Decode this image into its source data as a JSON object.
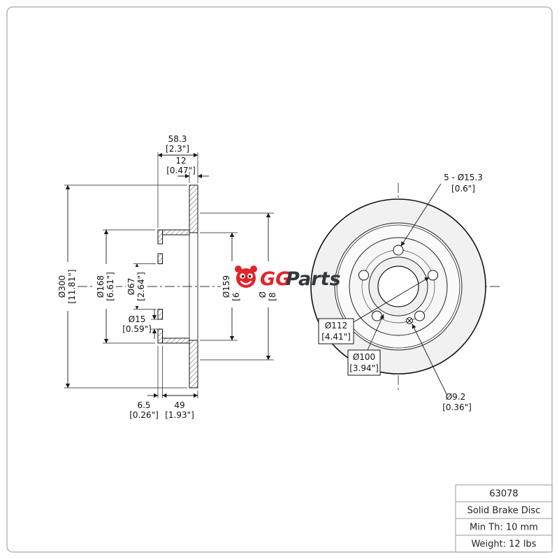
{
  "table": {
    "rows": [
      "63078",
      "Solid Brake Disc",
      "Min Th: 10 mm",
      "Weight: 12 lbs"
    ]
  },
  "logo": {
    "gg": "GG",
    "parts": "Parts"
  },
  "section": {
    "dim_width": {
      "mm": "58.3",
      "inch": "[2.3\"]"
    },
    "dim_thickness": {
      "mm": "12",
      "inch": "[0.47\"]"
    },
    "dim_outer": {
      "mm": "Ø300",
      "inch": "[11.81\"]"
    },
    "dim_hat": {
      "mm": "Ø168",
      "inch": "[6.61\"]"
    },
    "dim_bore": {
      "mm": "Ø67",
      "inch": "[2.64\"]"
    },
    "dim_hole": {
      "mm": "Ø15",
      "inch": "[0.59\"]"
    },
    "dim_swept_inner": {
      "mm": "Ø159",
      "inch": "[6.26\"]"
    },
    "dim_inner2": {
      "mm": "Ø218",
      "inch": "[8.58\"]"
    },
    "dim_face": {
      "mm": "6.5",
      "inch": "[0.26\"]"
    },
    "dim_depth": {
      "mm": "49",
      "inch": "[1.93\"]"
    }
  },
  "front": {
    "dim_bolt_holes": {
      "mm": "5 - Ø15.3",
      "inch": "[0.6\"]"
    },
    "dim_bolt_circle": {
      "mm": "Ø112",
      "inch": "[4.41\"]"
    },
    "dim_hub": {
      "mm": "Ø100",
      "inch": "[3.94\"]"
    },
    "dim_screw": {
      "mm": "Ø9.2",
      "inch": "[0.36\"]"
    }
  }
}
